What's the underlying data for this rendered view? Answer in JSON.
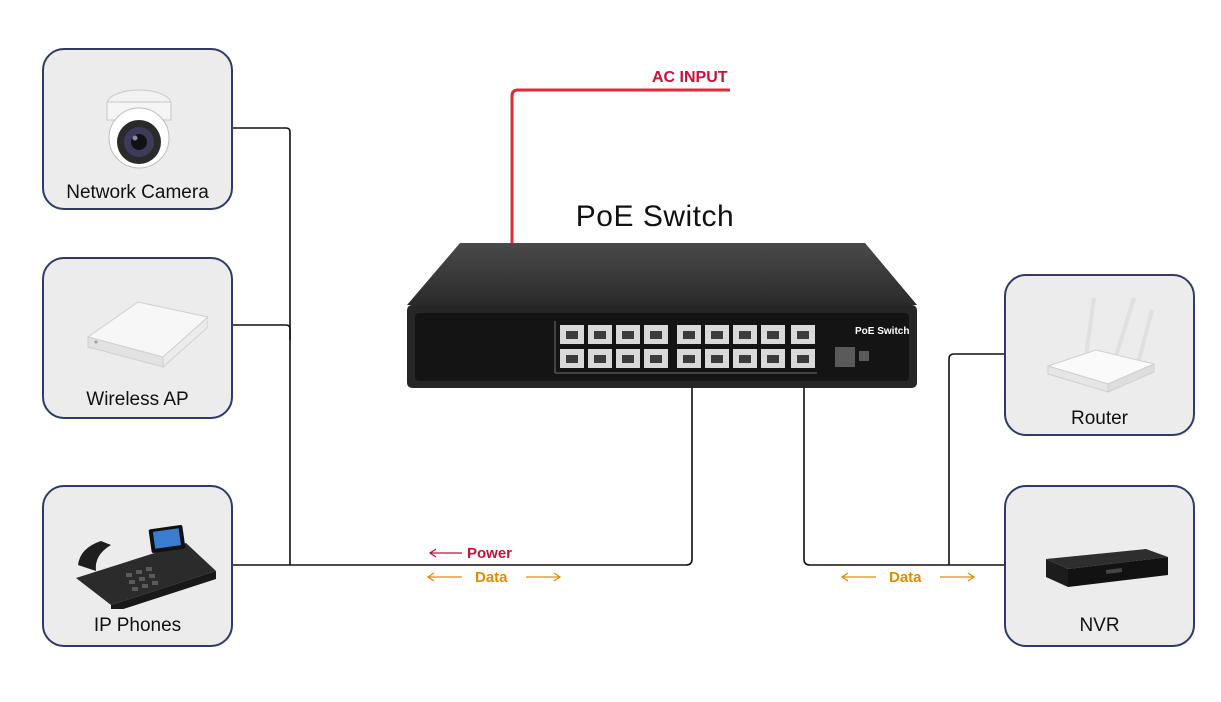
{
  "title": "PoE Switch",
  "devices": {
    "camera": "Network Camera",
    "ap": "Wireless AP",
    "phone": "IP Phones",
    "router": "Router",
    "nvr": "NVR"
  },
  "labels": {
    "ac_input": "AC INPUT",
    "power": "Power",
    "data_left": "Data",
    "data_right": "Data",
    "switch_badge": "PoE Switch"
  },
  "colors": {
    "card_border": "#2e3a67",
    "card_fill": "#ececec",
    "ac_line": "#e02a37",
    "power_text": "#c8103c",
    "data_text": "#e68a00",
    "line": "#111111"
  }
}
